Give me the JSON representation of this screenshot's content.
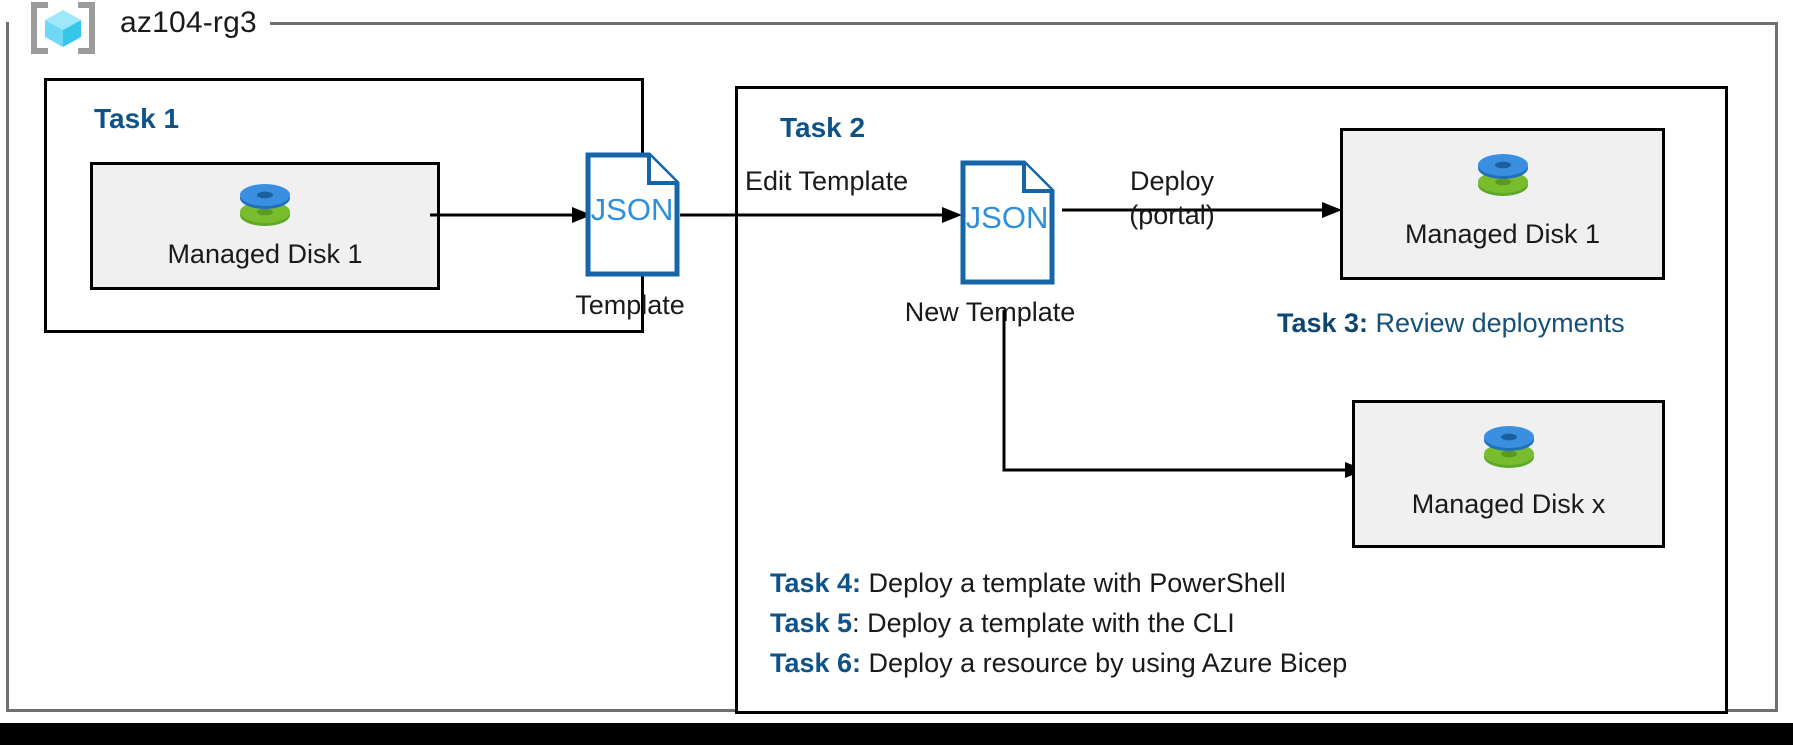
{
  "resource_group": {
    "name": "az104-rg3",
    "icon": "azure-resource-group-cube-icon"
  },
  "task1": {
    "heading": "Task 1",
    "resource": {
      "label": "Managed Disk 1",
      "icon": "managed-disk-icon"
    },
    "template": {
      "file_type": "JSON",
      "caption": "Template",
      "icon": "json-file-icon"
    },
    "arrow_label": ""
  },
  "task2": {
    "heading": "Task 2",
    "edit_arrow_label": "Edit Template",
    "new_template": {
      "file_type": "JSON",
      "caption": "New Template",
      "icon": "json-file-icon"
    },
    "deploy_arrow_label_line1": "Deploy",
    "deploy_arrow_label_line2": "(portal)",
    "deployed_resource": {
      "label": "Managed Disk 1",
      "icon": "managed-disk-icon"
    },
    "scaled_resource": {
      "label": "Managed Disk x",
      "icon": "managed-disk-icon"
    }
  },
  "notes": [
    {
      "key": "Task 3:",
      "value": " Review deployments"
    },
    {
      "key": "Task 4:",
      "value": " Deploy a template with PowerShell"
    },
    {
      "key": "Task 5",
      "value": ": Deploy a template with the CLI"
    },
    {
      "key": "Task 6:",
      "value": " Deploy a resource by using Azure Bicep"
    }
  ],
  "colors": {
    "accent_blue": "#0f5288",
    "note_blue": "#14517b",
    "frame_gray": "#6f6f6f",
    "box_fill": "#f0f0f0",
    "json_blue": "#1565a8",
    "disk_blue": "#2b88d8",
    "disk_green": "#76bc21"
  }
}
